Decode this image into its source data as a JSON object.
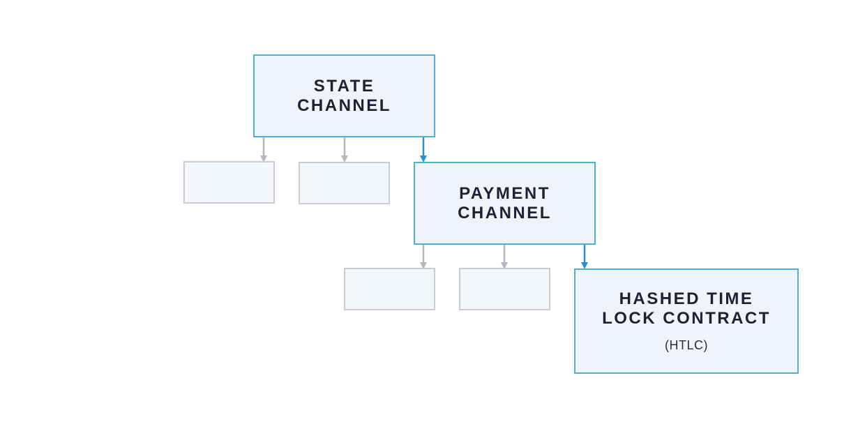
{
  "nodes": {
    "state_channel": {
      "title": "STATE\nCHANNEL"
    },
    "payment_channel": {
      "title": "PAYMENT\nCHANNEL"
    },
    "htlc": {
      "title": "HASHED TIME\nLOCK CONTRACT",
      "subtitle": "(HTLC)"
    }
  },
  "colors": {
    "highlight_border": "#4fb0d4",
    "highlight_fill": "#eef4fa",
    "muted_border": "#c9ccd1",
    "muted_fill": "#f3f6fa",
    "highlight_arrow": "#2a8fd0",
    "muted_arrow": "#b4b7bd",
    "text": "#1c2233"
  }
}
